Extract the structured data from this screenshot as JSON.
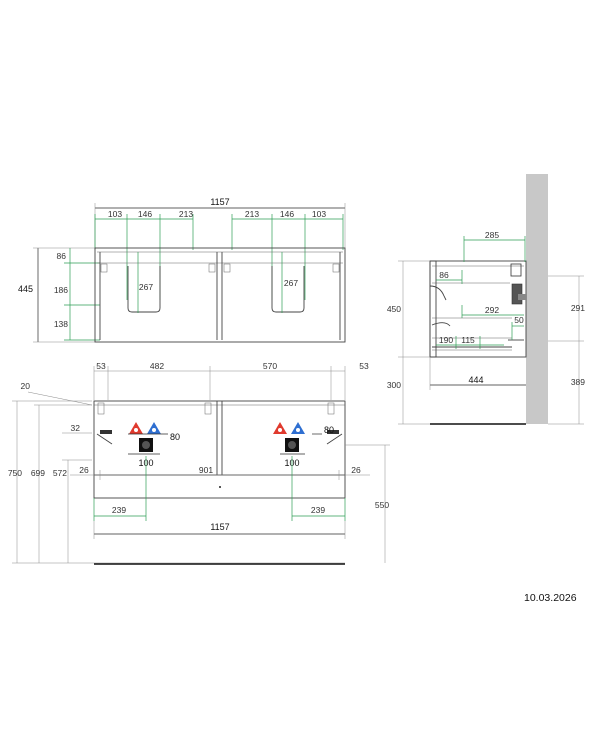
{
  "date": "10.03.2026",
  "top_view": {
    "overall_width": "1157",
    "green_top": [
      "103",
      "146",
      "213",
      "213",
      "146",
      "103"
    ],
    "left_depths": [
      "86",
      "186",
      "138"
    ],
    "overall_depth": "445",
    "inner_depths": [
      "267",
      "267"
    ]
  },
  "front_view": {
    "top_dims": [
      "53",
      "482",
      "570",
      "53"
    ],
    "left_dims": [
      "20",
      "32",
      "750",
      "699",
      "572"
    ],
    "pipe_dims": [
      "80",
      "80",
      "100",
      "100"
    ],
    "side_gaps": [
      "26",
      "26"
    ],
    "inner_width": "901",
    "green_dims": [
      "239",
      "239"
    ],
    "bottom_width": "1157",
    "height_right": "550"
  },
  "side_view": {
    "green_dims": [
      "285",
      "86",
      "292",
      "50",
      "190",
      "115"
    ],
    "heights_left": [
      "450",
      "300"
    ],
    "heights_right": [
      "291",
      "389"
    ],
    "depth": "444"
  }
}
